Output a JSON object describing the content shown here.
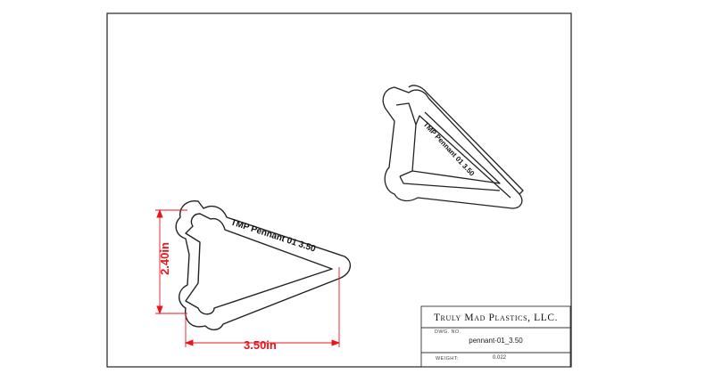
{
  "title_block": {
    "company": "Truly Mad Plastics, LLC.",
    "dwg_no_label": "DWG. NO.",
    "dwg_no": "pennant-01_3.50",
    "weight_label": "WEIGHT:",
    "weight": "0.022"
  },
  "part": {
    "engraving": "TMP  Pennant 01  3.50"
  },
  "dimensions": {
    "width": "3.50in",
    "height": "2.40in"
  },
  "colors": {
    "dimension": "#e8141a",
    "line": "#222222"
  }
}
